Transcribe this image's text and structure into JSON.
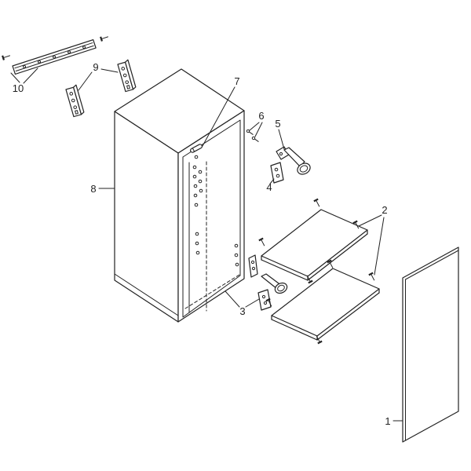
{
  "diagram": {
    "type": "exploded-assembly-diagram",
    "background_color": "#ffffff",
    "line_color": "#222222",
    "callouts": [
      {
        "part": "door-panel",
        "label": "1"
      },
      {
        "part": "shelves",
        "label": "2"
      },
      {
        "part": "lower-hinge-set",
        "label": "3"
      },
      {
        "part": "hinge-mounting-plate",
        "label": "4"
      },
      {
        "part": "hinge",
        "label": "5"
      },
      {
        "part": "hinge-pins",
        "label": "6"
      },
      {
        "part": "shelf-pin-dowel",
        "label": "7"
      },
      {
        "part": "cabinet-body",
        "label": "8"
      },
      {
        "part": "mounting-brackets",
        "label": "9"
      },
      {
        "part": "slide-rail",
        "label": "10"
      }
    ]
  }
}
